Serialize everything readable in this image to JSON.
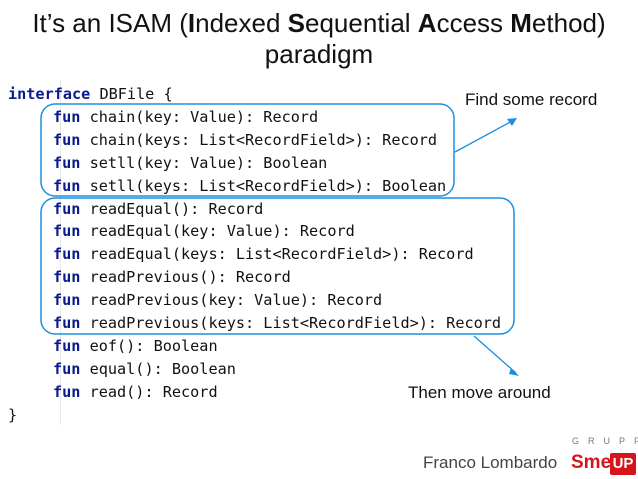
{
  "slide": {
    "title": {
      "line1_parts": [
        {
          "text": "It’s an ISAM (",
          "bold": false
        },
        {
          "text": "I",
          "bold": true
        },
        {
          "text": "ndexed ",
          "bold": false
        },
        {
          "text": "S",
          "bold": true
        },
        {
          "text": "equential ",
          "bold": false
        },
        {
          "text": "A",
          "bold": true
        },
        {
          "text": "ccess ",
          "bold": false
        },
        {
          "text": "M",
          "bold": true
        },
        {
          "text": "ethod)",
          "bold": false
        }
      ],
      "line2": "paradigm"
    },
    "code_lines": [
      {
        "keyword": "interface",
        "rest": " DBFile {",
        "indent": false
      },
      {
        "keyword": "fun",
        "rest": " chain(key: Value): Record",
        "indent": true
      },
      {
        "keyword": "fun",
        "rest": " chain(keys: List<RecordField>): Record",
        "indent": true
      },
      {
        "keyword": "fun",
        "rest": " setll(key: Value): Boolean",
        "indent": true
      },
      {
        "keyword": "fun",
        "rest": " setll(keys: List<RecordField>): Boolean",
        "indent": true
      },
      {
        "keyword": "fun",
        "rest": " readEqual(): Record",
        "indent": true
      },
      {
        "keyword": "fun",
        "rest": " readEqual(key: Value): Record",
        "indent": true
      },
      {
        "keyword": "fun",
        "rest": " readEqual(keys: List<RecordField>): Record",
        "indent": true
      },
      {
        "keyword": "fun",
        "rest": " readPrevious(): Record",
        "indent": true
      },
      {
        "keyword": "fun",
        "rest": " readPrevious(key: Value): Record",
        "indent": true
      },
      {
        "keyword": "fun",
        "rest": " readPrevious(keys: List<RecordField>): Record",
        "indent": true
      },
      {
        "keyword": "fun",
        "rest": " eof(): Boolean",
        "indent": true
      },
      {
        "keyword": "fun",
        "rest": " equal(): Boolean",
        "indent": true
      },
      {
        "keyword": "fun",
        "rest": " read(): Record",
        "indent": true
      },
      {
        "keyword": "",
        "rest": "}",
        "indent": false
      }
    ],
    "callouts": {
      "find": "Find some record",
      "move": "Then move around"
    },
    "footer": {
      "author": "Franco Lombardo",
      "logo_group": "GRUPPO",
      "logo_sme": "Sme.",
      "logo_up": "UP"
    },
    "colors": {
      "highlight": "#1a8fe0",
      "keyword": "#0a1a8c",
      "logo_red": "#d7141c"
    }
  }
}
